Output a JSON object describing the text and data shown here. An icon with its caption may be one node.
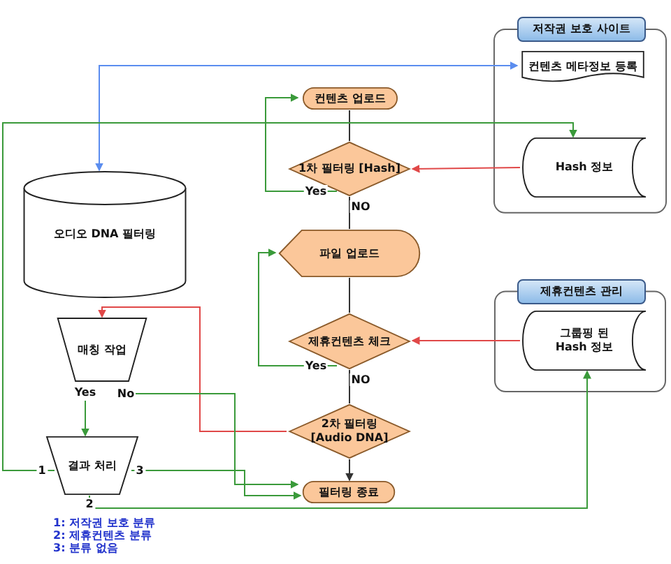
{
  "diagram": {
    "nodes": [
      {
        "text": [
          "저작권 보호 사이트"
        ]
      },
      {
        "text": [
          "컨텐츠 메타정보 등록"
        ],
        "in": 0
      },
      {
        "text": [
          "Hash 정보"
        ],
        "in": 0
      },
      {
        "text": [
          "제휴컨텐츠 관리"
        ]
      },
      {
        "text": [
          "그룹핑 된 Hash 정보"
        ],
        "in": 3
      },
      {
        "text": [
          "컨텐츠 업로드"
        ]
      },
      {
        "text": [
          "1차 필터링 [Hash]"
        ]
      },
      {
        "text": [
          "파일 업로드"
        ]
      },
      {
        "text": [
          "제휴컨텐츠 체크"
        ]
      },
      {
        "text": [
          "2차 필터링 [Audio DNA]"
        ]
      },
      {
        "text": [
          "필터링 종료"
        ]
      },
      {
        "text": [
          "오디오 DNA 필터링"
        ]
      },
      {
        "text": [
          "매칭 작업"
        ]
      },
      {
        "text": [
          "결과 처리"
        ]
      }
    ],
    "edges": [
      {
        "from": 5,
        "to": 6,
        "arrow": "none",
        "color": "#333333"
      },
      {
        "from": 6,
        "to": 7,
        "arrow": "none",
        "label": "NO",
        "color": "#333333"
      },
      {
        "from": 6,
        "to": 5,
        "arrow": "to",
        "label": "Yes"
      },
      {
        "from": 2,
        "to": 6,
        "arrow": "to",
        "color": "#e04848"
      },
      {
        "from": 7,
        "to": 8,
        "arrow": "none",
        "color": "#333333"
      },
      {
        "from": 8,
        "to": 7,
        "arrow": "to",
        "label": "Yes"
      },
      {
        "from": 8,
        "to": 9,
        "arrow": "none",
        "label": "NO",
        "color": "#333333"
      },
      {
        "from": 4,
        "to": 8,
        "arrow": "to",
        "color": "#e04848"
      },
      {
        "from": 9,
        "to": 10,
        "arrow": "to",
        "color": "#333333"
      },
      {
        "from": 11,
        "to": 1,
        "arrow": "both",
        "color": "#5b8def"
      },
      {
        "from": 9,
        "to": 12,
        "arrow": "to",
        "color": "#e04848"
      },
      {
        "from": 12,
        "to": 13,
        "arrow": "to",
        "label": "Yes"
      },
      {
        "from": 12,
        "to": 10,
        "arrow": "to",
        "label": "No"
      },
      {
        "from": 13,
        "to": 2,
        "arrow": "to",
        "label": "1"
      },
      {
        "from": 13,
        "to": 10,
        "arrow": "to",
        "label": "3"
      },
      {
        "from": 13,
        "to": 4,
        "arrow": "to",
        "label": "2"
      }
    ],
    "labels": [
      "1: 저작권 보호 분류",
      "2: 제휴컨텐츠 분류",
      "3: 분류 없음"
    ]
  }
}
